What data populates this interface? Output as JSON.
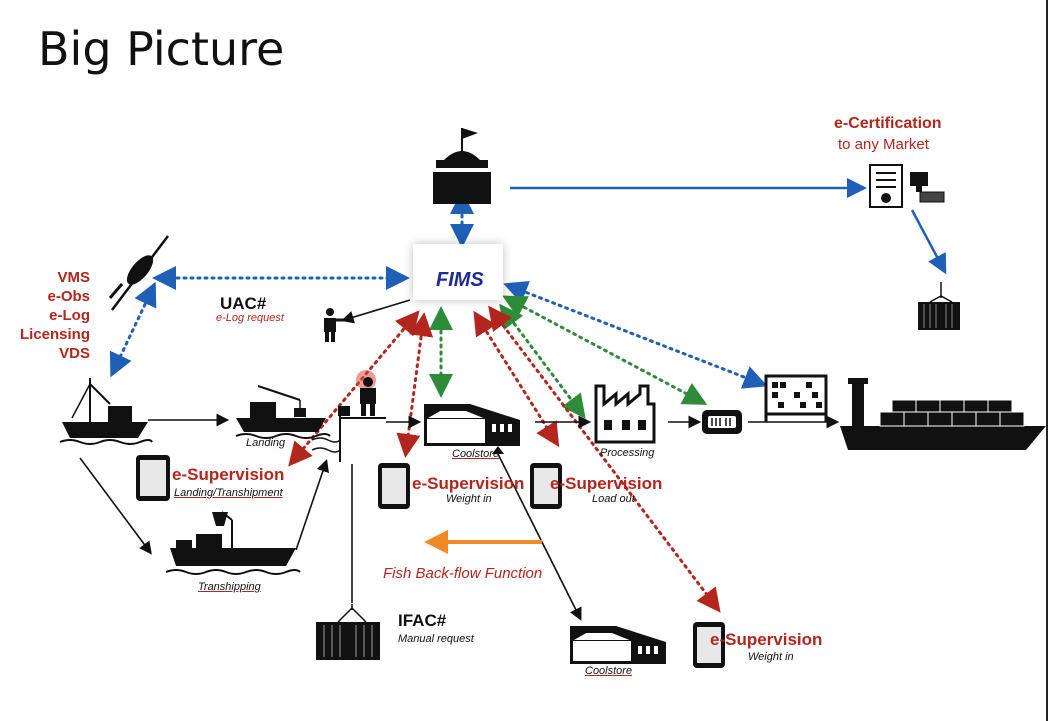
{
  "title": "Big Picture",
  "certification": {
    "title": "e-Certification",
    "subtitle": "to any Market"
  },
  "fims_label": "FIMS",
  "vms_list": [
    "VMS",
    "e-Obs",
    "e-Log",
    "Licensing",
    "VDS"
  ],
  "uac": {
    "title": "UAC#",
    "subtitle": "e-Log request"
  },
  "ifac": {
    "title": "IFAC#",
    "subtitle": "Manual request"
  },
  "nodes": {
    "landing": "Landing",
    "coolstore": "Coolstore",
    "processing": "Processing",
    "transhipping": "Transhipping",
    "coolstore_2": "Coolstore"
  },
  "supervision": [
    {
      "title": "e-Supervision",
      "subtitle": "Landing/Transhipment"
    },
    {
      "title": "e-Supervision",
      "subtitle": "Weight in"
    },
    {
      "title": "e-Supervision",
      "subtitle": "Load out"
    },
    {
      "title": "e-Supervision",
      "subtitle": "Weight in"
    }
  ],
  "backflow": "Fish Back-flow Function",
  "colors": {
    "red": "#b3261e",
    "blue": "#1f5fb5",
    "green": "#2e8b3a",
    "orange": "#f08a24",
    "black": "#111111"
  },
  "icons": [
    "government-building-icon",
    "fims-logo-icon",
    "certificate-icon",
    "stamp-icon",
    "container-icon",
    "satellite-dish-icon",
    "inspector-icon",
    "fishing-boat-icon",
    "landing-crane-icon",
    "port-crane-icon",
    "coolstore-icon",
    "factory-icon",
    "scanner-icon",
    "abacus-icon",
    "container-ship-icon",
    "tablet-icon",
    "transhipping-vessel-icon"
  ]
}
